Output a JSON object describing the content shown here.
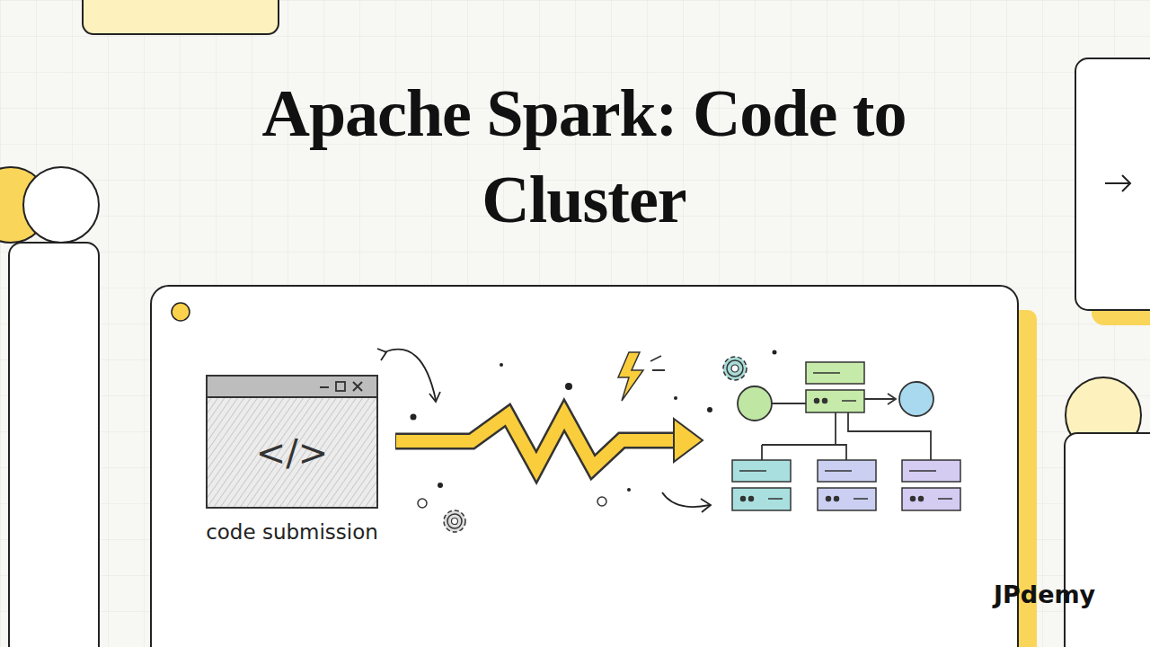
{
  "diagram": {
    "title": "Apache Spark: Code to Cluster",
    "nodes": [
      {
        "text": [
          "</>",
          "code submission"
        ]
      }
    ],
    "labels": [
      "JPdemy"
    ]
  }
}
